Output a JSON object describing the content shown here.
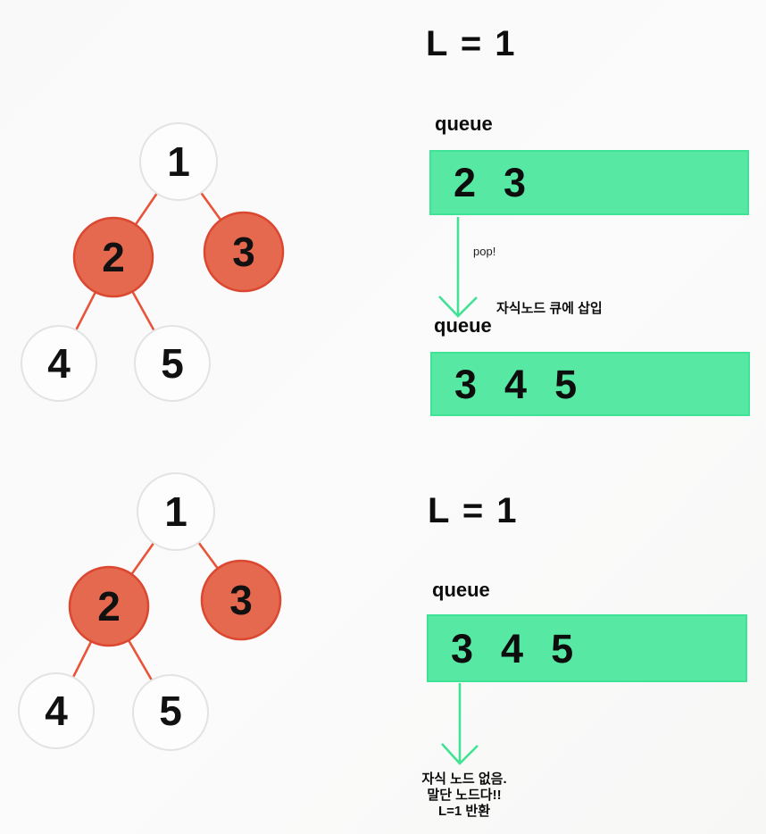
{
  "colors": {
    "background": "#f9f9f9",
    "queue_fill": "#57e9a3",
    "queue_border": "#3ee396",
    "arrow_green": "#42e294",
    "node_highlight_fill": "#e5694e",
    "node_highlight_border": "#db4730",
    "node_default_fill": "#fdfdfd",
    "node_default_border": "#e3e3e3",
    "edge_color": "#e8543a",
    "text_color": "#111111"
  },
  "tree": {
    "node1": "1",
    "node2": "2",
    "node3": "3",
    "node4": "4",
    "node5": "5"
  },
  "step1": {
    "level_label": "L = 1",
    "queue_label_before": "queue",
    "queue_before": [
      "2",
      "3"
    ],
    "pop_label": "pop!",
    "insert_annotation": "자식노드 큐에 삽입",
    "queue_label_after": "queue",
    "queue_after": [
      "3",
      "4",
      "5"
    ]
  },
  "step2": {
    "level_label": "L = 1",
    "queue_label": "queue",
    "queue": [
      "3",
      "4",
      "5"
    ],
    "leaf_annotation": [
      "자식 노드 없음.",
      "말단 노드다!!",
      "L=1 반환"
    ]
  }
}
